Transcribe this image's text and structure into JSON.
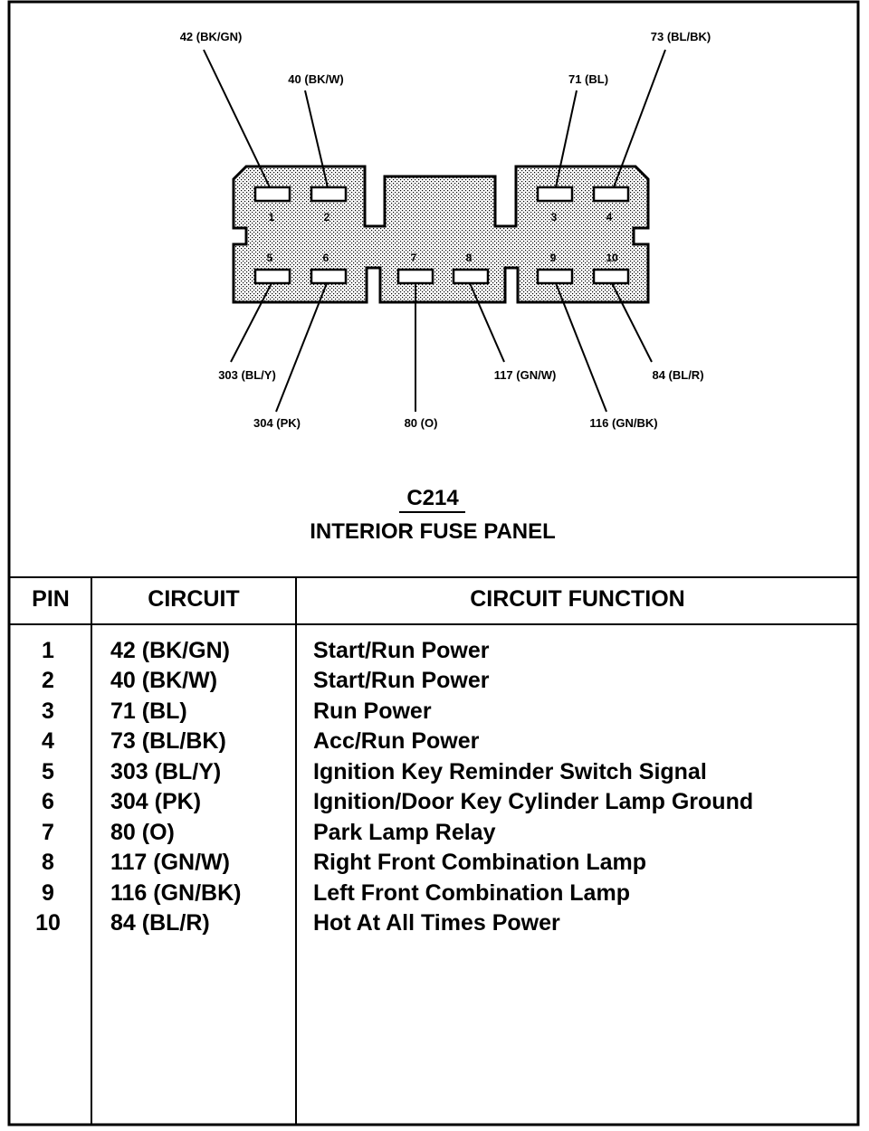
{
  "connector": {
    "id": "C214",
    "name": "INTERIOR FUSE PANEL",
    "pin_numbers": [
      "1",
      "2",
      "3",
      "4",
      "5",
      "6",
      "7",
      "8",
      "9",
      "10"
    ]
  },
  "wire_labels": {
    "p1": "42 (BK/GN)",
    "p2": "40 (BK/W)",
    "p3": "71 (BL)",
    "p4": "73 (BL/BK)",
    "p5": "303 (BL/Y)",
    "p6": "304 (PK)",
    "p7": "80 (O)",
    "p8": "117 (GN/W)",
    "p9": "116 (GN/BK)",
    "p10": "84 (BL/R)"
  },
  "table": {
    "headers": {
      "pin": "PIN",
      "circuit": "CIRCUIT",
      "function": "CIRCUIT FUNCTION"
    },
    "rows": [
      {
        "pin": "1",
        "circuit": "42 (BK/GN)",
        "function": "Start/Run Power"
      },
      {
        "pin": "2",
        "circuit": "40 (BK/W)",
        "function": "Start/Run Power"
      },
      {
        "pin": "3",
        "circuit": "71 (BL)",
        "function": "Run Power"
      },
      {
        "pin": "4",
        "circuit": "73 (BL/BK)",
        "function": "Acc/Run Power"
      },
      {
        "pin": "5",
        "circuit": "303 (BL/Y)",
        "function": "Ignition Key Reminder Switch Signal"
      },
      {
        "pin": "6",
        "circuit": "304 (PK)",
        "function": "Ignition/Door Key Cylinder Lamp Ground"
      },
      {
        "pin": "7",
        "circuit": "80 (O)",
        "function": "Park Lamp Relay"
      },
      {
        "pin": "8",
        "circuit": "117 (GN/W)",
        "function": "Right Front Combination Lamp"
      },
      {
        "pin": "9",
        "circuit": "116 (GN/BK)",
        "function": "Left Front Combination Lamp"
      },
      {
        "pin": "10",
        "circuit": "84 (BL/R)",
        "function": "Hot At All Times Power"
      }
    ]
  }
}
